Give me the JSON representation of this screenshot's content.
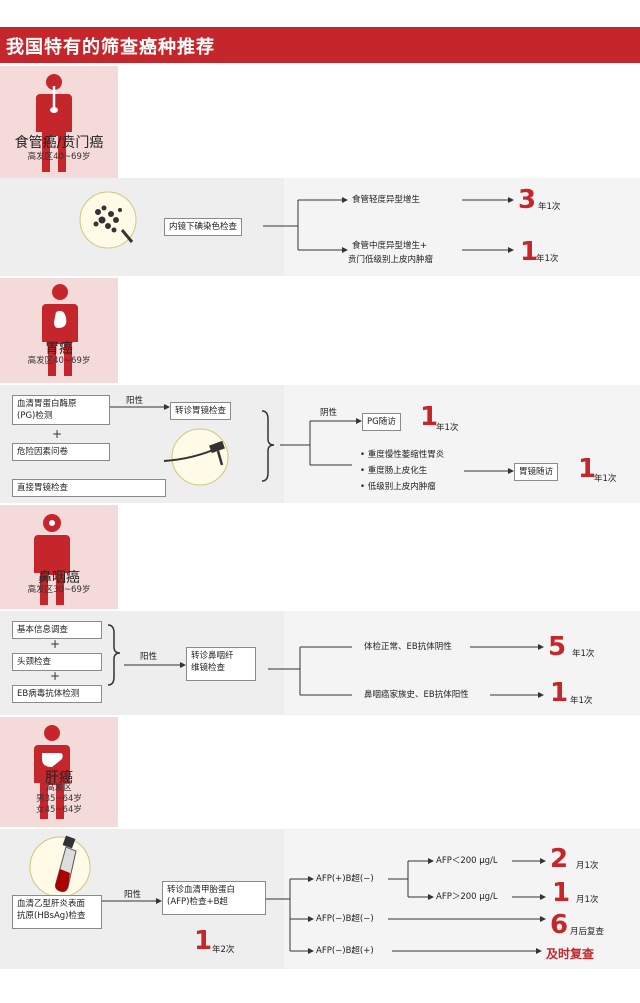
{
  "header": {
    "title": "我国特有的筛查癌种推荐"
  },
  "colors": {
    "accent": "#c5262b",
    "tag_bg": "#f5dada",
    "flow_bg": "#eeeeee"
  },
  "sections": {
    "esophagus": {
      "name": "食管癌/贲门癌",
      "sub": "高发区40~69岁",
      "test": "内镜下碘染色检查",
      "outcomes": [
        {
          "condition": "食管轻度异型增生",
          "number": "3",
          "unit": "年1次"
        },
        {
          "condition_line1": "食管中度异型增生+",
          "condition_line2": "贲门低级别上皮内肿瘤",
          "number": "1",
          "unit": "年1次"
        }
      ]
    },
    "stomach": {
      "name": "胃癌",
      "sub": "高发区40~69岁",
      "test1_line1": "血清胃蛋白酶原",
      "test1_line2": "(PG)检测",
      "plus": "+",
      "test2": "危险因素问卷",
      "test3": "直接胃镜检查",
      "positive": "阳性",
      "referral": "转诊胃镜检查",
      "negative": "阴性",
      "pg_followup": "PG随访",
      "pg_number": "1",
      "pg_unit": "年1次",
      "conditions": [
        "重度慢性萎缩性胃炎",
        "重度肠上皮化生",
        "低级别上皮内肿瘤"
      ],
      "gastro_followup": "胃镜随访",
      "gastro_number": "1",
      "gastro_unit": "年1次"
    },
    "nasopharynx": {
      "name": "鼻咽癌",
      "sub": "高发区30~69岁",
      "tests": [
        "基本信息调查",
        "头颈检查",
        "EB病毒抗体检测"
      ],
      "plus": "+",
      "positive": "阳性",
      "referral_line1": "转诊鼻咽纤",
      "referral_line2": "维镜检查",
      "outcomes": [
        {
          "condition": "体检正常、EB抗体阴性",
          "number": "5",
          "unit": "年1次"
        },
        {
          "condition": "鼻咽癌家族史、EB抗体阳性",
          "number": "1",
          "unit": "年1次"
        }
      ]
    },
    "liver": {
      "name": "肝癌",
      "sub_lines": [
        "高发区",
        "男35~64岁",
        "女45~64岁"
      ],
      "test_line1": "血清乙型肝炎表面",
      "test_line2": "抗原(HBsAg)检查",
      "positive": "阳性",
      "referral_line1": "转诊血清甲胎蛋白",
      "referral_line2": "(AFP)检查+B超",
      "referral_number": "1",
      "referral_unit": "年2次",
      "branches": [
        {
          "label": "AFP(+)B超(−)"
        },
        {
          "label": "AFP(−)B超(−)",
          "number": "6",
          "unit": "月后复查"
        },
        {
          "label": "AFP(−)B超(+)",
          "result": "及时复查"
        }
      ],
      "sub_branches": [
        {
          "label": "AFP＜200 μg/L",
          "number": "2",
          "unit": "月1次"
        },
        {
          "label": "AFP＞200 μg/L",
          "number": "1",
          "unit": "月1次"
        }
      ]
    }
  }
}
